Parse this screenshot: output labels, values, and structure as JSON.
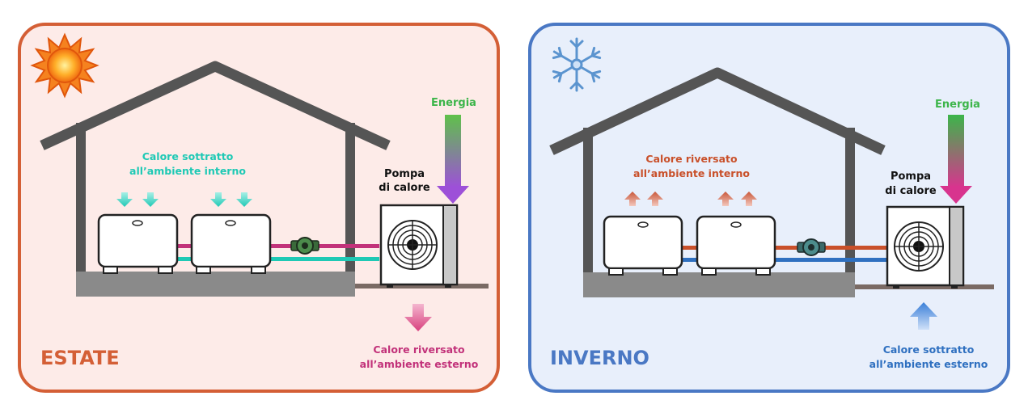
{
  "colors": {
    "summer_border": "#d45f36",
    "summer_bg": "#fdebe8",
    "winter_border": "#4a78c4",
    "winter_bg": "#e8effb",
    "house": "#555555",
    "teal": "#1fc9b5",
    "magenta": "#c2327a",
    "orange": "#c9502a",
    "blue": "#2f70c0",
    "green": "#3cb54a",
    "purple": "#9d50d8",
    "pink": "#d8348e"
  },
  "summer": {
    "season": "ESTATE",
    "energy": "Energia",
    "pump_line1": "Pompa",
    "pump_line2": "di calore",
    "indoor_line1": "Calore sottratto",
    "indoor_line2": "all’ambiente interno",
    "outdoor_line1": "Calore riversato",
    "outdoor_line2": "all’ambiente esterno",
    "icon": "sun-icon"
  },
  "winter": {
    "season": "INVERNO",
    "energy": "Energia",
    "pump_line1": "Pompa",
    "pump_line2": "di calore",
    "indoor_line1": "Calore riversato",
    "indoor_line2": "all’ambiente interno",
    "outdoor_line1": "Calore sottratto",
    "outdoor_line2": "all’ambiente esterno",
    "icon": "snowflake-icon"
  }
}
